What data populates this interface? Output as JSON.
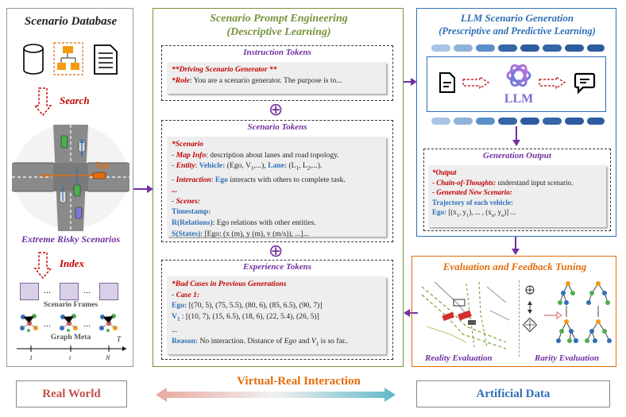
{
  "left_panel": {
    "title": "Scenario Database",
    "search_label": "Search",
    "ego_label": "Ego",
    "risky_label": "Extreme Risky Scenarios",
    "index_label": "Index",
    "frames_label": "Scenario Frames",
    "graph_label": "Graph Meta",
    "dots": "...",
    "axis": {
      "t_label": "T",
      "ticks": [
        "1",
        "t",
        "N"
      ]
    }
  },
  "middle_panel": {
    "title_line1": "Scenario Prompt Engineering",
    "title_line2": "(Descriptive Learning)",
    "instruction": {
      "title": "Instruction Tokens",
      "line1": "**Driving Scenario Generator **",
      "role_key": "*Role",
      "role_text": ": You are a scenario generator. The purpose is to..."
    },
    "plus": "⊕",
    "scenario": {
      "title": "Scenario Tokens",
      "l1": "*Scenario",
      "l2_key": "- Map Info",
      "l2_text": ": description about lanes and road topology.",
      "l3_key": "- Entity",
      "l3_sep": ": ",
      "l3_vehicle": "Vehicle:",
      "l3_text": " (Ego, V",
      "l3_sub1": "1",
      "l3_text2": ",...), ",
      "l3_lane": "Lane:",
      "l3_text3": " (L",
      "l3_sub2": "1",
      "l3_text4": ", L",
      "l3_sub3": "2",
      "l3_text5": ",...).",
      "l4_key": "- Interaction",
      "l4_sep": ": ",
      "l4_ego": "Ego",
      "l4_text": " interacts with others to complete task.",
      "l5": "...",
      "l6": "- Scenes:",
      "l7": "Timestamp:",
      "l8_key": "R(Relations)",
      "l8_text": ": Ego relations with other entities.",
      "l9_key": "S(States)",
      "l9_text": ": [Ego: (x (m), y (m), v (m/s)), ...]..."
    },
    "experience": {
      "title": "Experience Tokens",
      "l1": "*Bad Cases in Previous Generations",
      "l2": "- Case 1:",
      "l3_key": "Ego:",
      "l3_text": " [(70, 5), (75, 5.5), (80, 6), (85, 6.5), (90, 7)]",
      "l4_key": "V",
      "l4_sub": "1",
      "l4_sep": " : ",
      "l4_text": "[(10, 7), (15, 6.5), (18, 6), (22, 5.4), (26, 5)]",
      "l5": "...",
      "l6_key": "Reason:",
      "l6_text": " No interaction. Distance of ",
      "l6_ego": "Ego",
      "l6_and": " and ",
      "l6_v": "V",
      "l6_vsub": "1",
      "l6_end": " is so far.."
    }
  },
  "right_panel": {
    "title_line1": "LLM Scenario Generation",
    "title_line2": "(Prescriptive and Predictive Learning)",
    "llm_label": "LLM",
    "gen": {
      "title": "Generation Output",
      "l1": "*Output",
      "l2_key": "- Chain-of-Thoughts:",
      "l2_text": " understand input scenario.",
      "l3": "- Generated New Scenario:",
      "l4": "Trajectory of each vehicle:",
      "l5_key": "Ego:",
      "l5_text": " [(x",
      "l5_s1": "1",
      "l5_t2": ", y",
      "l5_s2": "1",
      "l5_t3": "), ... , (x",
      "l5_s3": "n",
      "l5_t4": ", y",
      "l5_s4": "n",
      "l5_t5": ")] ..."
    }
  },
  "eval_panel": {
    "title": "Evaluation and Feedback Tuning",
    "reality": "Reality Evaluation",
    "rarity": "Rarity Evaluation"
  },
  "bottom": {
    "real_world": "Real World",
    "interaction": "Virtual-Real Interaction",
    "artificial": "Artificial Data"
  },
  "colors": {
    "green": "#77933c",
    "blue": "#2e6fb7",
    "orange": "#e46c0a",
    "purple": "#7030a0",
    "red": "#c00000",
    "gray": "#999999"
  }
}
